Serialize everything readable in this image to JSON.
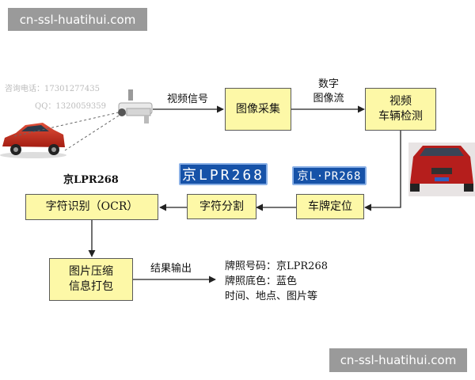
{
  "watermark": {
    "top": "cn-ssl-huatihui.com",
    "bottom": "cn-ssl-huatihui.com"
  },
  "contact": {
    "phone_line": "咨询电话：17301277435",
    "qq_line": "QQ：1320059359"
  },
  "boxes": {
    "capture": "图像采集",
    "detect_line1": "视频",
    "detect_line2": "车辆检测",
    "locate": "车牌定位",
    "segment": "字符分割",
    "ocr": "字符识别（OCR）",
    "pack_line1": "图片压缩",
    "pack_line2": "信息打包"
  },
  "labels": {
    "video_signal": "视频信号",
    "digital_line1": "数字",
    "digital_line2": "图像流",
    "plate_read": "京LPR268",
    "output": "结果输出"
  },
  "plates": {
    "segmented": "京LPR268",
    "located": "京L·PR268"
  },
  "result": {
    "plate_number": "牌照号码：京LPR268",
    "plate_color": "牌照底色：蓝色",
    "extra": "时间、地点、图片等"
  }
}
